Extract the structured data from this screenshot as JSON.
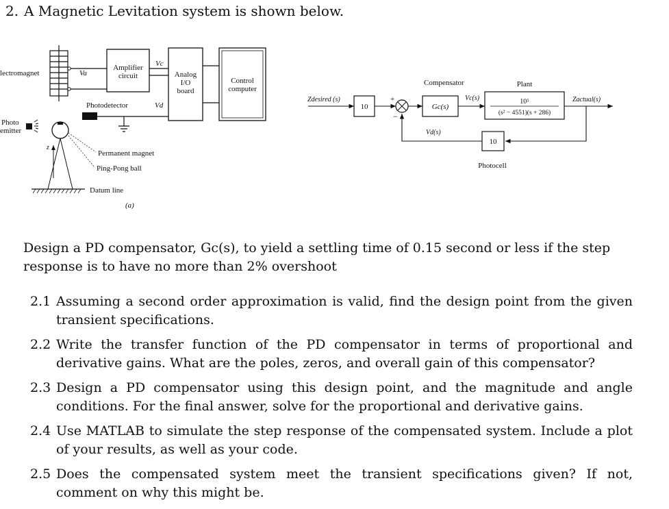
{
  "problem": {
    "number": "2.",
    "title": "A Magnetic Levitation system is shown below."
  },
  "figure_a": {
    "electromagnet": "lectromagnet",
    "va": "Va",
    "amplifier_line1": "Amplifier",
    "amplifier_line2": "circuit",
    "vc": "Vc",
    "analog_line1": "Analog",
    "analog_line2": "I/O",
    "analog_line3": "board",
    "control_line1": "Control",
    "control_line2": "computer",
    "photodetector": "Photodetector",
    "vd": "Vd",
    "photo_emitter_line1": "Photo",
    "photo_emitter_line2": "emitter",
    "z": "z",
    "permanent_magnet": "Permanent magnet",
    "ping_pong": "Ping-Pong ball",
    "datum": "Datum line",
    "caption": "(a)"
  },
  "figure_b": {
    "z_desired": "Zdesired (s)",
    "gain_in": "10",
    "plus": "+",
    "minus": "−",
    "compensator": "Compensator",
    "gc": "Gc(s)",
    "vc_s": "Vc(s)",
    "plant": "Plant",
    "plant_num": "10⁵",
    "plant_den": "(s² − 4551)(s + 286)",
    "z_actual": "Zactual(s)",
    "vd_s": "Vd(s)",
    "gain_fb": "10",
    "photocell": "Photocell"
  },
  "intro": "Design a PD compensator, Gc(s), to yield a settling time of 0.15 second or less if the step response is to have no more than 2% overshoot",
  "items": [
    {
      "num": "2.1",
      "text": "Assuming a second order approximation is valid, find the design point from the given transient specifications."
    },
    {
      "num": "2.2",
      "text": "Write the transfer function of the PD compensator in terms of proportional and derivative gains. What are the poles, zeros, and overall gain of this compensator?"
    },
    {
      "num": "2.3",
      "text": "Design a PD compensator using this design point, and the magnitude and angle conditions. For the final answer, solve for the proportional and derivative gains."
    },
    {
      "num": "2.4",
      "text": "Use MATLAB to simulate the step response of the compensated system. Include a plot of your results, as well as your code."
    },
    {
      "num": "2.5",
      "text": "Does the compensated system meet the transient specifications given? If not, comment on why this might be."
    }
  ]
}
